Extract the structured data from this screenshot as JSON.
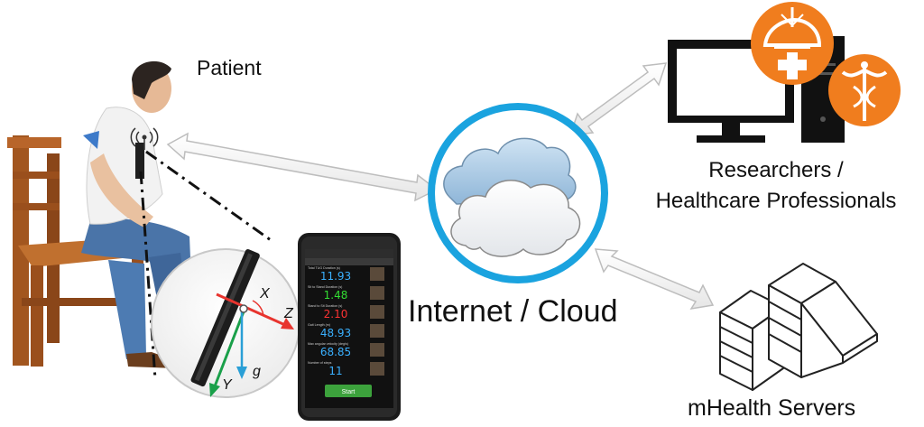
{
  "labels": {
    "patient": "Patient",
    "cloud": "Internet / Cloud",
    "researchers_line1": "Researchers /",
    "researchers_line2": "Healthcare Professionals",
    "servers": "mHealth Servers"
  },
  "axes": {
    "x": "X",
    "y": "Y",
    "z": "Z",
    "g": "g"
  },
  "phone_app": {
    "rows": [
      {
        "label": "Total TUG Duration (s)",
        "value": "11.93",
        "color": "#3ab0ff"
      },
      {
        "label": "Sit to Stand Duration (s)",
        "value": "1.48",
        "color": "#33dd33"
      },
      {
        "label": "Stand to Sit Duration (s)",
        "value": "2.10",
        "color": "#ff3333"
      },
      {
        "label": "Gait Length (m)",
        "value": "48.93",
        "color": "#3ab0ff"
      },
      {
        "label": "Max angular velocity (deg/s)",
        "value": "68.85",
        "color": "#3ab0ff"
      },
      {
        "label": "Number of steps",
        "value": "11",
        "color": "#3ab0ff"
      }
    ],
    "button": "Start"
  },
  "colors": {
    "accent_orange": "#f07d1e",
    "cloud_ring": "#1aa3df",
    "axis_x": "#e8342e",
    "axis_y": "#1aa04a",
    "axis_g": "#2a9fd6"
  }
}
